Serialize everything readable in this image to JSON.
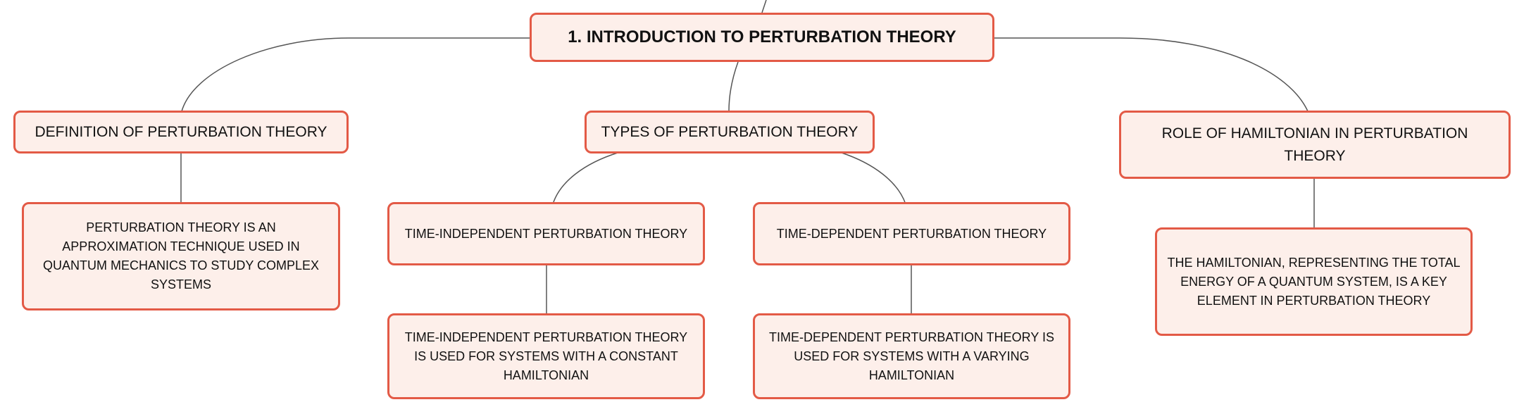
{
  "diagram": {
    "root": "1. INTRODUCTION TO PERTURBATION THEORY",
    "definition": {
      "title": "DEFINITION OF PERTURBATION THEORY",
      "detail": "PERTURBATION THEORY IS AN APPROXIMATION TECHNIQUE USED IN QUANTUM MECHANICS TO STUDY COMPLEX SYSTEMS"
    },
    "types": {
      "title": "TYPES OF PERTURBATION THEORY",
      "time_independent": {
        "title": "TIME-INDEPENDENT PERTURBATION THEORY",
        "detail": "TIME-INDEPENDENT PERTURBATION THEORY IS USED FOR SYSTEMS WITH A CONSTANT HAMILTONIAN"
      },
      "time_dependent": {
        "title": "TIME-DEPENDENT PERTURBATION THEORY",
        "detail": "TIME-DEPENDENT PERTURBATION THEORY IS USED FOR SYSTEMS WITH A VARYING HAMILTONIAN"
      }
    },
    "hamiltonian": {
      "title": "ROLE OF HAMILTONIAN IN PERTURBATION THEORY",
      "detail": "THE HAMILTONIAN, REPRESENTING THE TOTAL ENERGY OF A QUANTUM SYSTEM, IS A KEY ELEMENT IN PERTURBATION THEORY"
    }
  },
  "colors": {
    "node_fill": "#fdefea",
    "node_border": "#e35a46",
    "connector": "#555555",
    "text": "#111111"
  }
}
